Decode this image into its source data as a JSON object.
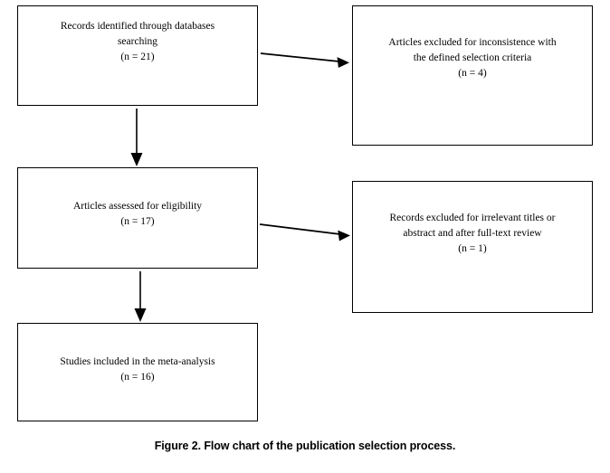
{
  "figure": {
    "caption_label": "Figure 2.",
    "caption_text": "Flow chart of the publication selection process."
  },
  "flowchart": {
    "type": "prisma-flow-diagram",
    "boxes": [
      {
        "id": "records-identified",
        "text": "Records identified through databases\nsearching\n(n = 21)",
        "count_label": "(n = 21)",
        "count": 21,
        "column": "left",
        "order": 1
      },
      {
        "id": "articles-excluded-criteria",
        "text": "Articles excluded for inconsistence with\nthe defined selection criteria\n(n = 4)",
        "count_label": "(n = 4)",
        "count": 4,
        "column": "right",
        "order": 1
      },
      {
        "id": "articles-assessed",
        "text": "Articles assessed for eligibility\n(n = 17)",
        "count_label": "(n = 17)",
        "count": 17,
        "column": "left",
        "order": 2
      },
      {
        "id": "records-excluded-titles",
        "text": "Records excluded for irrelevant titles or\nabstract and after full-text review\n(n = 1)",
        "count_label": "(n = 1)",
        "count": 1,
        "column": "right",
        "order": 2
      },
      {
        "id": "studies-included",
        "text": "Studies included in the meta-analysis\n(n = 16)",
        "count_label": "(n = 16)",
        "count": 16,
        "column": "left",
        "order": 3
      }
    ],
    "arrows": [
      {
        "id": "arrow-records-to-assessed",
        "direction": "down",
        "from": "records-identified",
        "to": "articles-assessed"
      },
      {
        "id": "arrow-records-to-excluded-criteria",
        "direction": "right",
        "from": "records-identified",
        "to": "articles-excluded-criteria"
      },
      {
        "id": "arrow-assessed-to-included",
        "direction": "down",
        "from": "articles-assessed",
        "to": "studies-included"
      },
      {
        "id": "arrow-assessed-to-excluded-titles",
        "direction": "right",
        "from": "articles-assessed",
        "to": "records-excluded-titles"
      }
    ],
    "colors": {
      "background": "#ffffff",
      "box_border": "#000000",
      "text": "#000000",
      "arrow": "#000000"
    }
  }
}
